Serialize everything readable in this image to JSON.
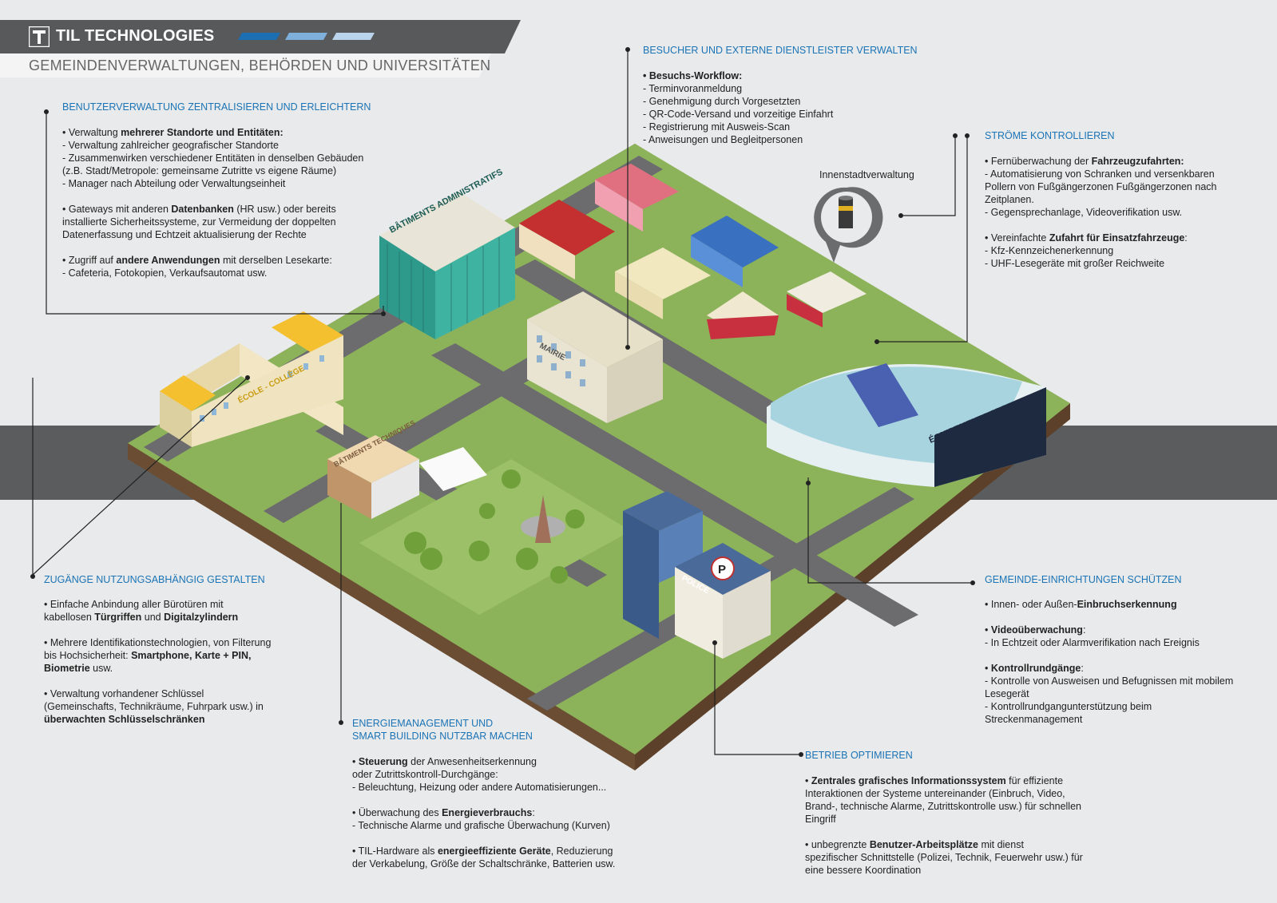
{
  "header": {
    "brand": "TIL TECHNOLOGIES",
    "subtitle": "GEMEINDENVERWALTUNGEN, BEHÖRDEN UND UNIVERSITÄTEN",
    "accent_colors": [
      "#1b6fb2",
      "#7fb0dc",
      "#b9d4ec"
    ]
  },
  "colors": {
    "title_blue": "#1b74b6",
    "band_gray": "#5b5c5e",
    "header_gray": "#58595b"
  },
  "map_labels": {
    "batiments_admin": "BÂTIMENTS ADMINISTRATIFS",
    "ecole": "ÉCOLE - COLLÈGE",
    "mairie": "MAIRIE",
    "batiments_tech": "BÂTIMENTS TECHNIQUES",
    "equipements": "ÉQUIPEMENTS SPORTIFS",
    "police": "POLICE",
    "parking": "P",
    "innenstadt": "Innenstadtverwaltung"
  },
  "sections": {
    "benutzer": {
      "title": "BENUTZERVERWALTUNG ZENTRALISIEREN UND ERLEICHTERN",
      "p1_a": "• Verwaltung ",
      "p1_b": "mehrerer Standorte und Entitäten:",
      "p1_l1": "- Verwaltung zahlreicher geografischer Standorte",
      "p1_l2": "- Zusammenwirken verschiedener Entitäten in denselben Gebäuden",
      "p1_l3": "(z.B. Stadt/Metropole: gemeinsame Zutritte vs eigene Räume)",
      "p1_l4": "- Manager nach Abteilung oder Verwaltungseinheit",
      "p2_a": "• Gateways mit anderen ",
      "p2_b": "Datenbanken",
      "p2_c": " (HR usw.) oder bereits",
      "p2_l1": "installierte Sicherheitssysteme, zur Vermeidung der doppelten",
      "p2_l2": "Datenerfassung und Echtzeit aktualisierung der Rechte",
      "p3_a": "• Zugriff auf ",
      "p3_b": "andere Anwendungen",
      "p3_c": " mit derselben Lesekarte:",
      "p3_l1": "- Cafeteria, Fotokopien, Verkaufsautomat usw."
    },
    "besucher": {
      "title": "BESUCHER UND EXTERNE DIENSTLEISTER VERWALTEN",
      "head": "• Besuchs-Workflow:",
      "l1": "- Terminvoranmeldung",
      "l2": "- Genehmigung durch Vorgesetzten",
      "l3": "- QR-Code-Versand und vorzeitige Einfahrt",
      "l4": "- Registrierung mit Ausweis-Scan",
      "l5": "- Anweisungen und Begleitpersonen"
    },
    "stroeme": {
      "title": "STRÖME KONTROLLIEREN",
      "p1_a": "• Fernüberwachung der ",
      "p1_b": "Fahrzeugzufahrten:",
      "p1_l1": "- Automatisierung von Schranken und versenkbaren",
      "p1_l2": "Pollern von Fußgängerzonen Fußgängerzonen nach",
      "p1_l3": "Zeitplanen.",
      "p1_l4": "- Gegensprechanlage, Videoverifikation usw.",
      "p2_a": "• Vereinfachte ",
      "p2_b": "Zufahrt für Einsatzfahrzeuge",
      "p2_c": ":",
      "p2_l1": "- Kfz-Kennzeichenerkennung",
      "p2_l2": "- UHF-Lesegeräte mit großer Reichweite"
    },
    "zugaenge": {
      "title": "ZUGÄNGE NUTZUNGSABHÄNGIG GESTALTEN",
      "p1_a": "• Einfache Anbindung aller Bürotüren mit",
      "p1_b": "kabellosen ",
      "p1_c": "Türgriffen",
      "p1_d": " und ",
      "p1_e": "Digitalzylindern",
      "p2_a": "• Mehrere Identifikationstechnologien, von Filterung",
      "p2_b": "bis Hochsicherheit: ",
      "p2_c": "Smartphone, Karte + PIN,",
      "p2_d": "Biometrie",
      "p2_e": " usw.",
      "p3_a": "• Verwaltung vorhandener Schlüssel",
      "p3_b": "(Gemeinschafts, Technikräume, Fuhrpark usw.) in",
      "p3_c": "überwachten Schlüsselschränken"
    },
    "energie": {
      "title1": "ENERGIEMANAGEMENT UND",
      "title2": "SMART BUILDING NUTZBAR MACHEN",
      "p1_a": "• ",
      "p1_b": "Steuerung",
      "p1_c": " der Anwesenheitserkennung",
      "p1_l1": "oder Zutrittskontroll-Durchgänge:",
      "p1_l2": "- Beleuchtung, Heizung oder andere Automatisierungen...",
      "p2_a": "• Überwachung des ",
      "p2_b": "Energieverbrauchs",
      "p2_c": ":",
      "p2_l1": "- Technische Alarme und grafische Überwachung (Kurven)",
      "p3_a": "• TIL-Hardware als ",
      "p3_b": "energieeffiziente Geräte",
      "p3_c": ", Reduzierung",
      "p3_l1": "der Verkabelung, Größe der Schaltschränke, Batterien usw."
    },
    "gemeinde": {
      "title": "GEMEINDE-EINRICHTUNGEN SCHÜTZEN",
      "p1_a": "• Innen- oder Außen-",
      "p1_b": "Einbruchserkennung",
      "p2_a": "• ",
      "p2_b": "Videoüberwachung",
      "p2_c": ":",
      "p2_l1": "- In Echtzeit oder Alarmverifikation nach Ereignis",
      "p3_a": "• ",
      "p3_b": "Kontrollrundgänge",
      "p3_c": ":",
      "p3_l1": "- Kontrolle von Ausweisen und Befugnissen mit mobilem",
      "p3_l2": "Lesegerät",
      "p3_l3": "- Kontrollrundgangunterstützung beim",
      "p3_l4": "Streckenmanagement"
    },
    "betrieb": {
      "title": "BETRIEB OPTIMIEREN",
      "p1_a": "• ",
      "p1_b": "Zentrales grafisches Informationssystem",
      "p1_c": " für effiziente",
      "p1_l1": "Interaktionen der Systeme untereinander  (Einbruch, Video,",
      "p1_l2": "Brand-, technische Alarme, Zutrittskontrolle usw.) für schnellen",
      "p1_l3": "Eingriff",
      "p2_a": "• unbegrenzte ",
      "p2_b": "Benutzer-Arbeitsplätze",
      "p2_c": " mit dienst",
      "p2_l1": "spezifischer Schnittstelle (Polizei, Technik, Feuerwehr usw.) für",
      "p2_l2": "eine bessere Koordination"
    }
  }
}
